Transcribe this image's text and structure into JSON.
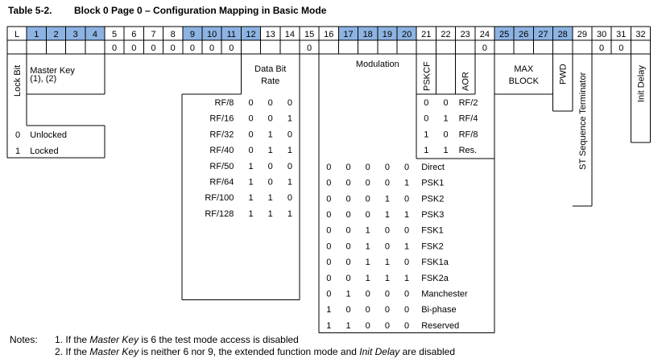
{
  "title": {
    "number": "Table 5-2.",
    "text": "Block 0 Page 0 – Configuration Mapping in Basic Mode"
  },
  "colors": {
    "header_shade": "#8db3e2",
    "rule": "#000000"
  },
  "bit_headers": [
    "L",
    "1",
    "2",
    "3",
    "4",
    "5",
    "6",
    "7",
    "8",
    "9",
    "10",
    "11",
    "12",
    "13",
    "14",
    "15",
    "16",
    "17",
    "18",
    "19",
    "20",
    "21",
    "22",
    "23",
    "24",
    "25",
    "26",
    "27",
    "28",
    "29",
    "30",
    "31",
    "32"
  ],
  "shaded_bits": [
    "1",
    "2",
    "3",
    "4",
    "9",
    "10",
    "11",
    "12",
    "17",
    "18",
    "19",
    "20",
    "25",
    "26",
    "27",
    "28"
  ],
  "fixed_bits": [
    {
      "bit": "5",
      "value": "0"
    },
    {
      "bit": "6",
      "value": "0"
    },
    {
      "bit": "7",
      "value": "0"
    },
    {
      "bit": "8",
      "value": "0"
    },
    {
      "bit": "9",
      "value": "0"
    },
    {
      "bit": "10",
      "value": "0"
    },
    {
      "bit": "11",
      "value": "0"
    },
    {
      "bit": "15",
      "value": "0"
    },
    {
      "bit": "24",
      "value": "0"
    },
    {
      "bit": "30",
      "value": "0"
    },
    {
      "bit": "31",
      "value": "0"
    }
  ],
  "fields": {
    "lock_bit": "Lock Bit",
    "master_key": "Master Key",
    "master_key_refs": "(1), (2)",
    "data_bit_rate_line1": "Data Bit",
    "data_bit_rate_line2": "Rate",
    "modulation": "Modulation",
    "pskcf": "PSKCF",
    "aor": "AOR",
    "max_block_line1": "MAX",
    "max_block_line2": "BLOCK",
    "pwd": "PWD",
    "st_sequence_terminator": "ST Sequence Terminator",
    "init_delay": "Init Delay"
  },
  "lock_values": [
    {
      "bit": "0",
      "label": "Unlocked"
    },
    {
      "bit": "1",
      "label": "Locked"
    }
  ],
  "data_rates": [
    {
      "label": "RF/8",
      "bits": [
        "0",
        "0",
        "0"
      ]
    },
    {
      "label": "RF/16",
      "bits": [
        "0",
        "0",
        "1"
      ]
    },
    {
      "label": "RF/32",
      "bits": [
        "0",
        "1",
        "0"
      ]
    },
    {
      "label": "RF/40",
      "bits": [
        "0",
        "1",
        "1"
      ]
    },
    {
      "label": "RF/50",
      "bits": [
        "1",
        "0",
        "0"
      ]
    },
    {
      "label": "RF/64",
      "bits": [
        "1",
        "0",
        "1"
      ]
    },
    {
      "label": "RF/100",
      "bits": [
        "1",
        "1",
        "0"
      ]
    },
    {
      "label": "RF/128",
      "bits": [
        "1",
        "1",
        "1"
      ]
    }
  ],
  "pskcf_values": [
    {
      "bits": [
        "0",
        "0"
      ],
      "label": "RF/2"
    },
    {
      "bits": [
        "0",
        "1"
      ],
      "label": "RF/4"
    },
    {
      "bits": [
        "1",
        "0"
      ],
      "label": "RF/8"
    },
    {
      "bits": [
        "1",
        "1"
      ],
      "label": "Res."
    }
  ],
  "modulations": [
    {
      "bits": [
        "0",
        "0",
        "0",
        "0",
        "0"
      ],
      "label": "Direct"
    },
    {
      "bits": [
        "0",
        "0",
        "0",
        "0",
        "1"
      ],
      "label": "PSK1"
    },
    {
      "bits": [
        "0",
        "0",
        "0",
        "1",
        "0"
      ],
      "label": "PSK2"
    },
    {
      "bits": [
        "0",
        "0",
        "0",
        "1",
        "1"
      ],
      "label": "PSK3"
    },
    {
      "bits": [
        "0",
        "0",
        "1",
        "0",
        "0"
      ],
      "label": "FSK1"
    },
    {
      "bits": [
        "0",
        "0",
        "1",
        "0",
        "1"
      ],
      "label": "FSK2"
    },
    {
      "bits": [
        "0",
        "0",
        "1",
        "1",
        "0"
      ],
      "label": "FSK1a"
    },
    {
      "bits": [
        "0",
        "0",
        "1",
        "1",
        "1"
      ],
      "label": "FSK2a"
    },
    {
      "bits": [
        "0",
        "1",
        "0",
        "0",
        "0"
      ],
      "label": "Manchester"
    },
    {
      "bits": [
        "1",
        "0",
        "0",
        "0",
        "0"
      ],
      "label": "Bi-phase"
    },
    {
      "bits": [
        "1",
        "1",
        "0",
        "0",
        "0"
      ],
      "label": "Reserved"
    }
  ],
  "notes": {
    "label": "Notes:",
    "note1_num": "1.",
    "note1_a": "If the ",
    "note1_em": "Master Key",
    "note1_b": " is 6 the test mode access is disabled",
    "note2_num": "2.",
    "note2_a": "If the ",
    "note2_em": "Master Key",
    "note2_b": " is neither 6 nor 9, the extended function mode and ",
    "note2_em2": "Init Delay",
    "note2_c": " are disabled"
  }
}
